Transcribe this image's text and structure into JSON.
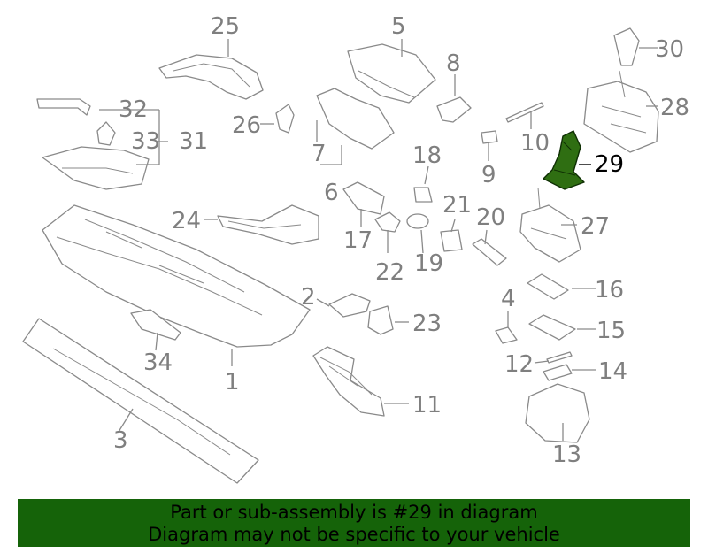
{
  "callouts": {
    "c1": "1",
    "c2": "2",
    "c3": "3",
    "c4": "4",
    "c5": "5",
    "c6": "6",
    "c7": "7",
    "c8": "8",
    "c9": "9",
    "c10": "10",
    "c11": "11",
    "c12": "12",
    "c13": "13",
    "c14": "14",
    "c15": "15",
    "c16": "16",
    "c17": "17",
    "c18": "18",
    "c19": "19",
    "c20": "20",
    "c21": "21",
    "c22": "22",
    "c23": "23",
    "c24": "24",
    "c25": "25",
    "c26": "26",
    "c27": "27",
    "c28": "28",
    "c29": "29",
    "c30": "30",
    "c31": "31",
    "c32": "32",
    "c33": "33",
    "c34": "34"
  },
  "highlight": {
    "part": "29",
    "color": "#2f6e12"
  },
  "banner": {
    "line1": "Part or sub-assembly is #29 in diagram",
    "line2": "Diagram may not be specific to your vehicle",
    "background": "#156309"
  }
}
